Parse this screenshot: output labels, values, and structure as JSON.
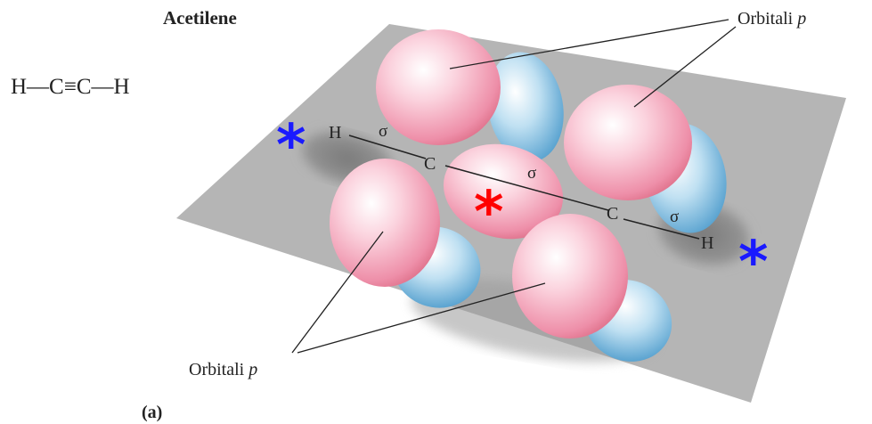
{
  "title": "Acetilene",
  "formula": "H—C≡C—H",
  "labels": {
    "p_orbitals_top": "Orbitali p",
    "p_orbitals_bottom": "Orbitali p",
    "part": "(a)"
  },
  "atoms": {
    "h_left": "H",
    "c_left": "C",
    "c_right": "C",
    "h_right": "H"
  },
  "bonds": {
    "sigma_left": "σ",
    "sigma_center": "σ",
    "sigma_right": "σ"
  },
  "markers": {
    "left": "*",
    "center": "*",
    "right": "*"
  },
  "colors": {
    "plane": "#b3b3b3",
    "lobe_pink": "#f4a9bd",
    "lobe_blue": "#6aaed6",
    "shadow": "#8a8a8a",
    "marker_blue": "#1a1aff",
    "marker_red": "#ff0000"
  }
}
